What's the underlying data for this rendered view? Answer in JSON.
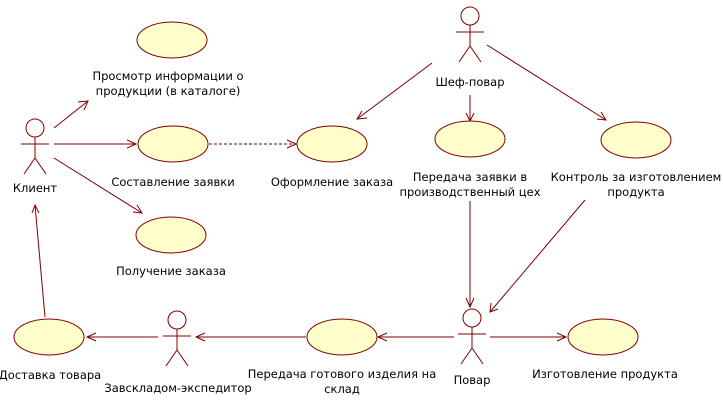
{
  "diagram": {
    "actors": {
      "client": "Клиент",
      "chef": "Шеф-повар",
      "cook": "Повар",
      "storekeeper": "Завскладом-экспедитор"
    },
    "use_cases": {
      "view_info_1": "Просмотр информации о",
      "view_info_2": "продукции (в каталоге)",
      "make_order": "Составление заявки",
      "get_order": "Получение заказа",
      "process_order": "Оформление заказа",
      "transfer_1": "Передача заявки в",
      "transfer_2": "производственный цех",
      "control_1": "Контроль за изготовлением",
      "control_2": "продукта",
      "produce": "Изготовление продукта",
      "pass_product_1": "Передача готового изделия на",
      "pass_product_2": "склад",
      "delivery": "Доставка товара"
    },
    "colors": {
      "line": "#800000",
      "usecase_fill": "#ffffcc"
    }
  }
}
